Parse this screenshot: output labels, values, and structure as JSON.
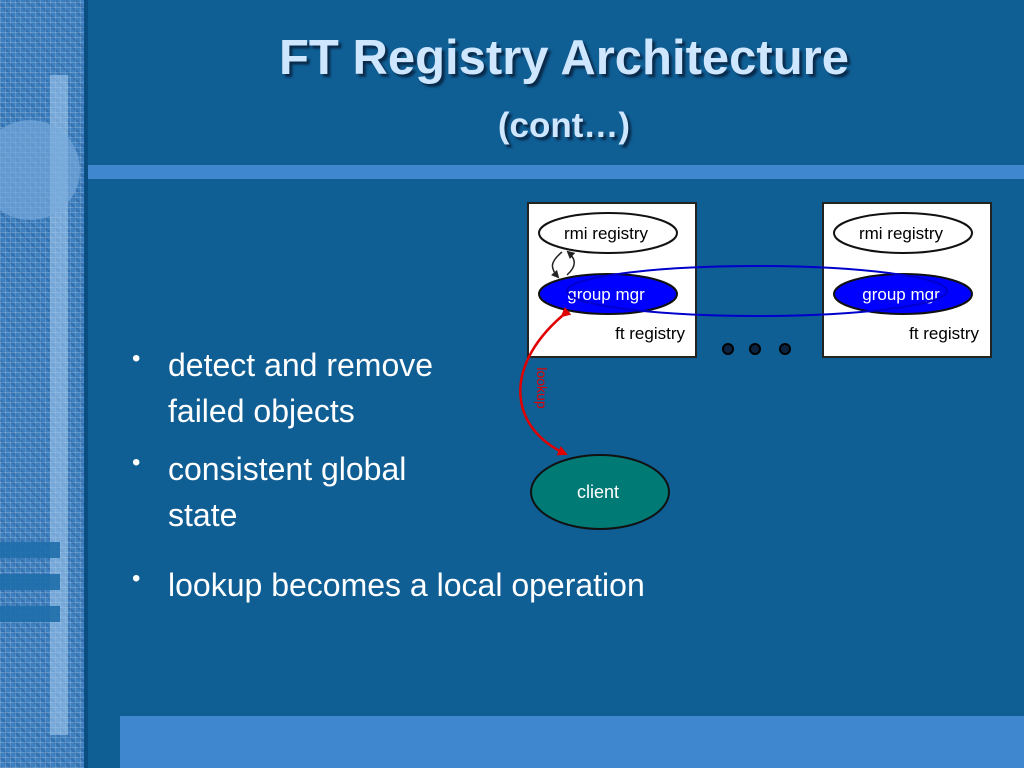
{
  "slide": {
    "title": "FT Registry Architecture",
    "subtitle": "(cont…)"
  },
  "bullets": [
    "detect and remove failed objects",
    "consistent global state",
    "lookup becomes a local operation"
  ],
  "bullet_lines": [
    [
      "detect and remove",
      "failed objects"
    ],
    [
      "consistent global",
      "state"
    ],
    [
      "lookup becomes a local operation"
    ]
  ],
  "diagram": {
    "left_box": {
      "rmi_label": "rmi registry",
      "group_label": "group mgr",
      "box_label": "ft registry"
    },
    "right_box": {
      "rmi_label": "rmi registry",
      "group_label": "group mgr",
      "box_label": "ft registry"
    },
    "arrow_label": "lookup",
    "client_label": "client"
  },
  "colors": {
    "background": "#0f5e94",
    "title": "#cfe6ff",
    "group_mgr_fill": "#0000ff",
    "client_fill": "#007a74",
    "arrow": "#e00000"
  }
}
